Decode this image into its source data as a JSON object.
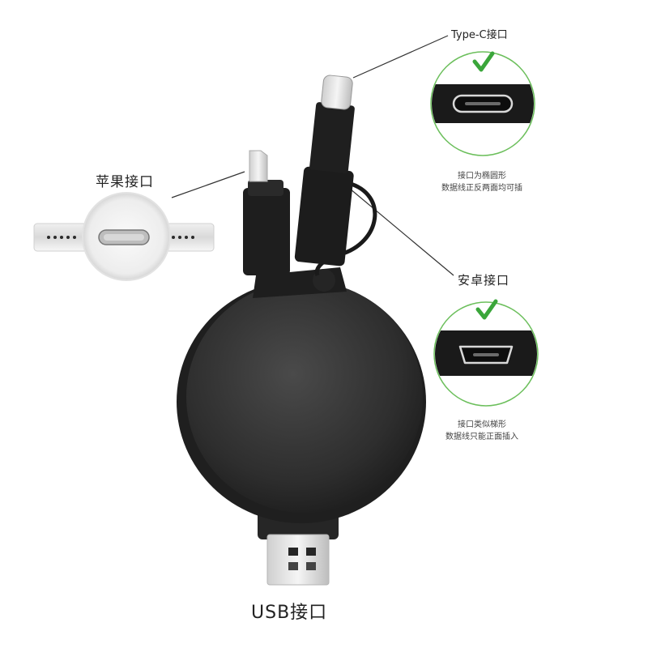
{
  "labels": {
    "typec": "Type-C接口",
    "apple": "苹果接口",
    "android": "安卓接口",
    "usb": "USB接口"
  },
  "notes": {
    "typec_line1": "接口为椭圆形",
    "typec_line2": "数据线正反两面均可插",
    "android_line1": "接口类似梯形",
    "android_line2": "数据线只能正面插入"
  },
  "colors": {
    "check": "#3aa63a",
    "circle_border": "#6cbf5c",
    "product": "#2b2b2b"
  },
  "icons": [
    "checkmark-icon",
    "checkmark-icon"
  ]
}
